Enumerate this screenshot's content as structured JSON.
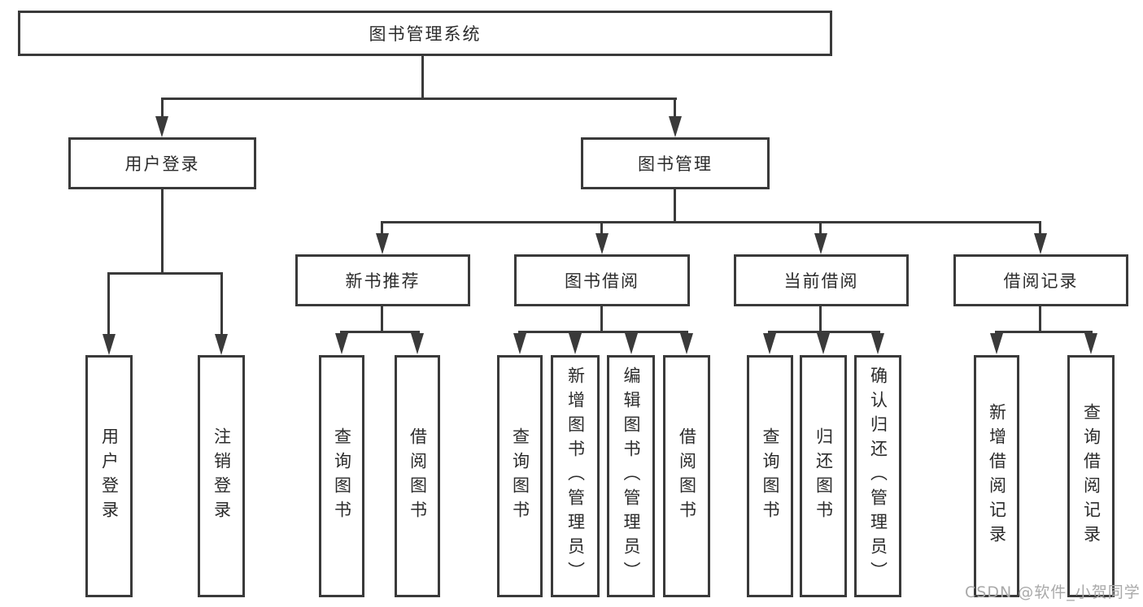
{
  "diagram_type": "functional-structure-tree",
  "tree": {
    "label": "图书管理系统",
    "children": [
      {
        "label": "用户登录",
        "children": [
          {
            "label": "用户登录"
          },
          {
            "label": "注销登录"
          }
        ]
      },
      {
        "label": "图书管理",
        "children": [
          {
            "label": "新书推荐",
            "children": [
              {
                "label": "查询图书"
              },
              {
                "label": "借阅图书"
              }
            ]
          },
          {
            "label": "图书借阅",
            "children": [
              {
                "label": "查询图书"
              },
              {
                "label": "新增图书（管理员）"
              },
              {
                "label": "编辑图书（管理员）"
              },
              {
                "label": "借阅图书"
              }
            ]
          },
          {
            "label": "当前借阅",
            "children": [
              {
                "label": "查询图书"
              },
              {
                "label": "归还图书"
              },
              {
                "label": "确认归还（管理员）"
              }
            ]
          },
          {
            "label": "借阅记录",
            "children": [
              {
                "label": "新增借阅记录"
              },
              {
                "label": "查询借阅记录"
              }
            ]
          }
        ]
      }
    ]
  },
  "watermark": {
    "text": "CSDN @软件_小贺同学"
  },
  "colors": {
    "line": "#3a3a3a",
    "text": "#2b2b2b",
    "background": "#ffffff",
    "watermark": "#a9a9a9"
  }
}
